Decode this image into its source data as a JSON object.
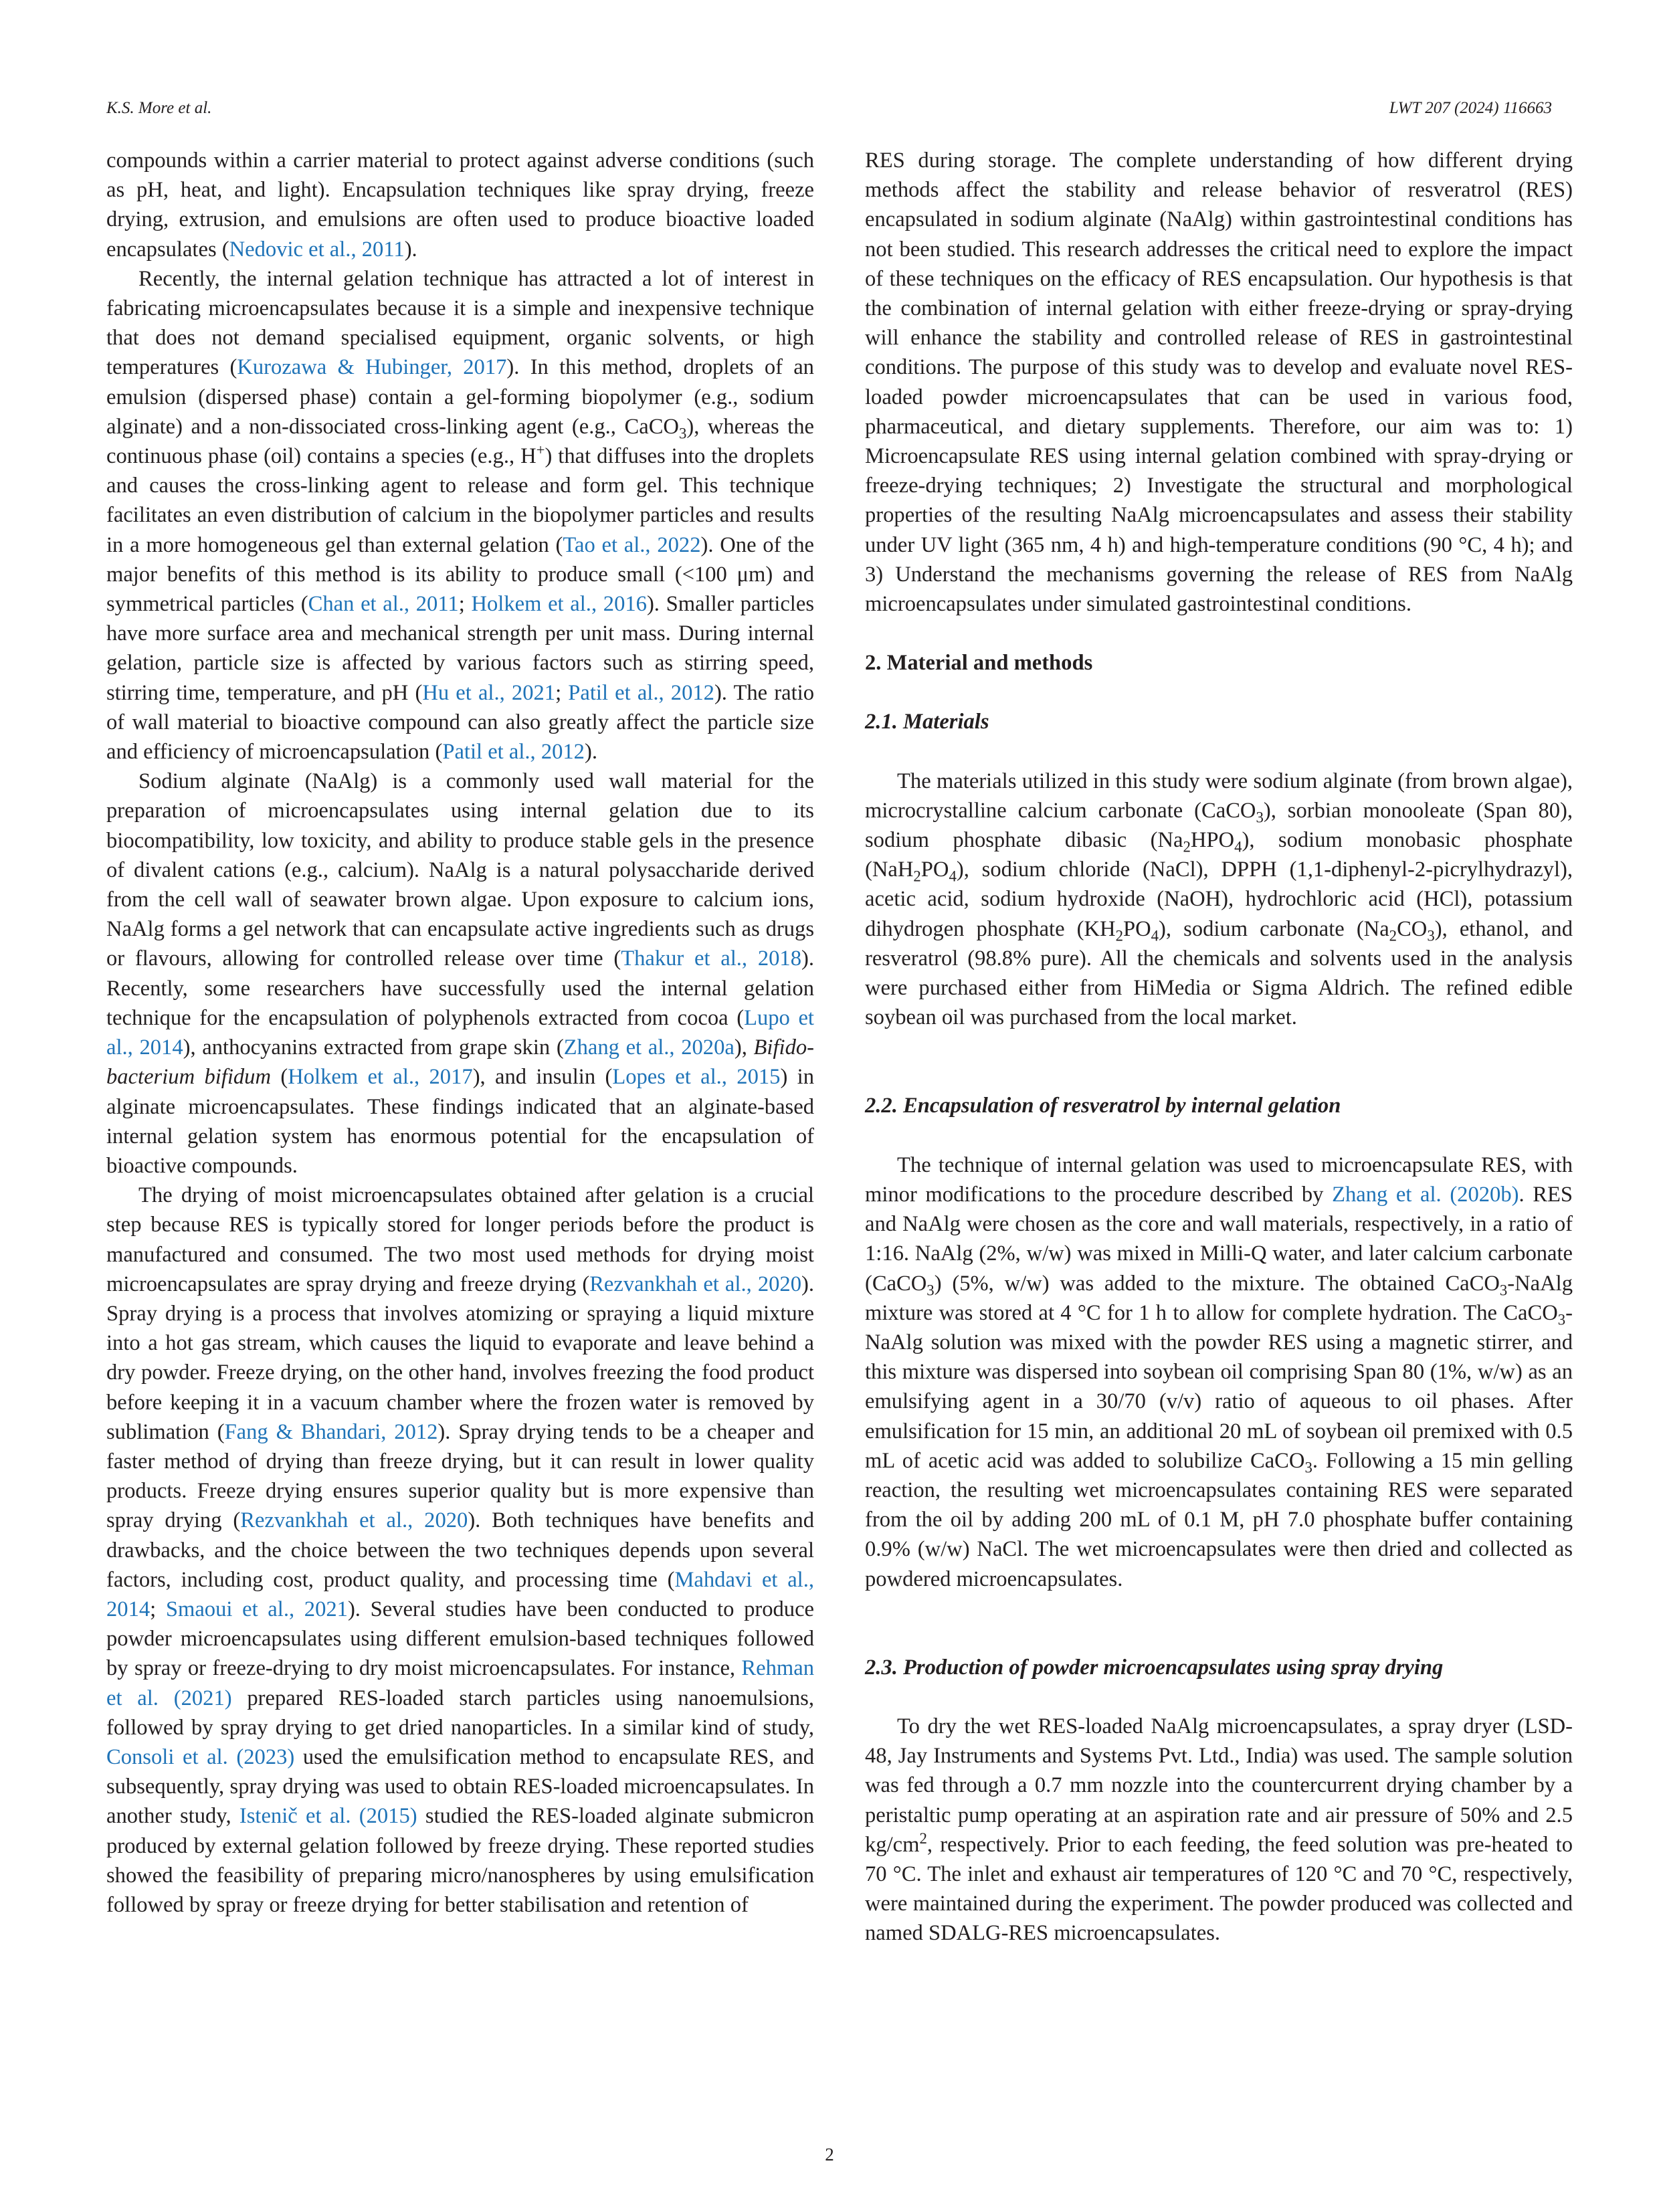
{
  "header": {
    "authors": "K.S. More et al.",
    "journal": "LWT 207 (2024) 116663"
  },
  "page_number": "2",
  "left_column": {
    "p1": {
      "t1": "compounds within a carrier material to protect against adverse condi­tions (such as pH, heat, and light). Encapsulation techniques like spray drying, freeze drying, extrusion, and emulsions are often used to pro­duce bioactive loaded encapsulates (",
      "r1": "Nedovic et al., 2011",
      "t2": ")."
    },
    "p2": {
      "t1": "Recently, the internal gelation technique has attracted a lot of in­terest in fabricating microencapsulates because it is a simple and inex­pensive technique that does not demand specialised equipment, organic solvents, or high temperatures (",
      "r1": "Kurozawa & Hubinger, 2017",
      "t2": "). In this method, droplets of an emulsion (dispersed phase) contain a gel-forming biopolymer (e.g., sodium alginate) and a non-dissociated cross-linking agent (e.g., CaCO",
      "s1": "3",
      "t3": "), whereas the continuous phase (oil) contains a species (e.g., H",
      "s2": "+",
      "t4": ") that diffuses into the droplets and causes the cross-linking agent to release and form gel. This technique facilitates an even distribution of calcium in the biopolymer particles and results in a more homogeneous gel than external gelation (",
      "r2": "Tao et al., 2022",
      "t5": "). One of the major benefits of this method is its ability to produce small (<100 μm) and symmetrical particles (",
      "r3": "Chan et al., 2011",
      "t6": "; ",
      "r4": "Holkem et al., 2016",
      "t7": "). Smaller particles have more surface area and mechanical strength per unit mass. During internal gelation, particle size is affected by various factors such as stirring speed, stirring time, temperature, and pH (",
      "r5": "Hu et al., 2021",
      "t8": "; ",
      "r6": "Patil et al., 2012",
      "t9": "). The ratio of wall material to bioactive compound can also greatly affect the particle size and efficiency of microencapsulation (",
      "r7": "Patil et al., 2012",
      "t10": ")."
    },
    "p3": {
      "t1": "Sodium alginate (NaAlg) is a commonly used wall material for the preparation of microencapsulates using internal gelation due to its biocompatibility, low toxicity, and ability to produce stable gels in the presence of divalent cations (e.g., calcium). NaAlg is a natural poly­saccharide derived from the cell wall of seawater brown algae. Upon exposure to calcium ions, NaAlg forms a gel network that can encap­sulate active ingredients such as drugs or flavours, allowing for controlled release over time (",
      "r1": "Thakur et al., 2018",
      "t2": "). Recently, some re­searchers have successfully used the internal gelation technique for the encapsulation of polyphenols extracted from cocoa (",
      "r2": "Lupo et al., 2014",
      "t3": "), anthocyanins extracted from grape skin (",
      "r3": "Zhang et al., 2020a",
      "t4": "), ",
      "i1": "Bifido­bacterium bifidum",
      "t5": " (",
      "r4": "Holkem et al., 2017",
      "t6": "), and insulin (",
      "r5": "Lopes et al., 2015",
      "t7": ") in alginate microencapsulates. These findings indicated that an alginate-based internal gelation system has enormous potential for the encapsulation of bioactive compounds."
    },
    "p4": {
      "t1": "The drying of moist microencapsulates obtained after gelation is a crucial step because RES is typically stored for longer periods before the product is manufactured and consumed. The two most used methods for drying moist microencapsulates are spray drying and freeze drying (",
      "r1": "Rezvankhah et al., 2020",
      "t2": "). Spray drying is a process that involves atomizing or spraying a liquid mixture into a hot gas stream, which causes the liquid to evaporate and leave behind a dry powder. Freeze drying, on the other hand, involves freezing the food product before keeping it in a vacuum chamber where the frozen water is removed by sublimation (",
      "r2": "Fang & Bhandari, 2012",
      "t3": "). Spray drying tends to be a cheaper and faster method of drying than freeze drying, but it can result in lower quality products. Freeze drying ensures superior quality but is more expensive than spray drying (",
      "r3": "Rezvankhah et al., 2020",
      "t4": "). Both techniques have benefits and drawbacks, and the choice between the two techniques depends upon several factors, including cost, product quality, and processing time (",
      "r4": "Mahdavi et al., 2014",
      "t5": "; ",
      "r5": "Smaoui et al., 2021",
      "t6": "). Several studies have been conducted to produce powder microencap­sulates using different emulsion-based techniques followed by spray or freeze-drying to dry moist microencapsulates. For instance, ",
      "r6": "Rehman et al. (2021)",
      "t7": " prepared RES-loaded starch particles using nanoemulsions, followed by spray drying to get dried nanoparticles. In a similar kind of study, ",
      "r7": "Consoli et al. (2023)",
      "t8": " used the emulsification method to encap­sulate RES, and subsequently, spray drying was used to obtain RES-loaded microencapsulates. In another study, ",
      "r8": "Istenič et al. (2015)",
      "t9": " studied the RES-loaded alginate submicron produced by external gela­tion followed by freeze drying. These reported studies showed the feasibility of preparing micro/nanospheres by using emulsification fol­lowed by spray or freeze drying for better stabilisation and retention of"
    }
  },
  "right_column": {
    "p1": "RES during storage. The complete understanding of how different drying methods affect the stability and release behavior of resveratrol (RES) encapsulated in sodium alginate (NaAlg) within gastrointestinal condi­tions has not been studied. This research addresses the critical need to explore the impact of these techniques on the efficacy of RES encapsu­lation. Our hypothesis is that the combination of internal gelation with either freeze-drying or spray-drying will enhance the stability and controlled release of RES in gastrointestinal conditions. The purpose of this study was to develop and evaluate novel RES-loaded powder mi­croencapsulates that can be used in various food, pharmaceutical, and dietary supplements. Therefore, our aim was to: 1) Microencapsulate RES using internal gelation combined with spray-drying or freeze-drying techniques; 2) Investigate the structural and morphological properties of the resulting NaAlg microencapsulates and assess their stability under UV light (365 nm, 4 h) and high-temperature conditions (90 °C, 4 h); and 3) Understand the mechanisms governing the release of RES from NaAlg microencapsulates under simulated gastrointestinal conditions.",
    "section2": "2.  Material and methods",
    "sub21": "2.1.  Materials",
    "p2": {
      "t1": "The materials utilized in this study were sodium alginate (from brown algae), microcrystalline calcium carbonate (CaCO",
      "s1": "3",
      "t2": "), sorbian monooleate (Span 80), sodium phosphate dibasic (Na",
      "s2": "2",
      "t3": "HPO",
      "s3": "4",
      "t4": "), sodium monobasic phosphate (NaH",
      "s4": "2",
      "t5": "PO",
      "s5": "4",
      "t6": "), sodium chloride (NaCl), DPPH (1,1-diphenyl-2-picrylhydrazyl), acetic acid, sodium hydroxide (NaOH), hy­drochloric acid (HCl), potassium dihydrogen phosphate (KH",
      "s6": "2",
      "t7": "PO",
      "s7": "4",
      "t8": "), so­dium carbonate (Na",
      "s8": "2",
      "t9": "CO",
      "s9": "3",
      "t10": "), ethanol, and resveratrol (98.8% pure). All the chemicals and solvents used in the analysis were purchased either from HiMedia or Sigma Aldrich. The refined edible soybean oil was purchased from the local market."
    },
    "sub22": "2.2.  Encapsulation of resveratrol by internal gelation",
    "p3": {
      "t1": "The technique of internal gelation was used to microencapsulate RES, with minor modifications to the procedure described by ",
      "r1": "Zhang et al. (2020b)",
      "t2": ". RES and NaAlg were chosen as the core and wall mate­rials, respectively, in a ratio of 1:16. NaAlg (2%, w/w) was mixed in Milli-Q water, and later calcium carbonate (CaCO",
      "s1": "3",
      "t3": ") (5%, w/w) was added to the mixture. The obtained CaCO",
      "s2": "3",
      "t4": "-NaAlg mixture was stored at 4 °C for 1 h to allow for complete hydration. The CaCO",
      "s3": "3",
      "t5": "-NaAlg solution was mixed with the powder RES using a magnetic stirrer, and this mixture was dispersed into soybean oil comprising Span 80 (1%, w/w) as an emulsifying agent in a 30/70 (v/v) ratio of aqueous to oil phases. After emulsification for 15 min, an additional 20 mL of soybean oil premixed with 0.5 mL of acetic acid was added to solubilize CaCO",
      "s4": "3",
      "t6": ". Following a 15 min gelling reaction, the resulting wet microencapsulates containing RES were separated from the oil by adding 200 mL of 0.1 M, pH 7.0 phosphate buffer containing 0.9% (w/w) NaCl. The wet micro­encapsulates were then dried and collected as powdered microencapsulates."
    },
    "sub23": "2.3.  Production of powder microencapsulates using spray drying",
    "p4": {
      "t1": "To dry the wet RES-loaded NaAlg microencapsulates, a spray dryer (LSD-48, Jay Instruments and Systems Pvt. Ltd., India) was used. The sample solution was fed through a 0.7 mm nozzle into the counter­current drying chamber by a peristaltic pump operating at an aspira­tion rate and air pressure of 50% and 2.5 kg/cm",
      "s1": "2",
      "t2": ", respectively. Prior to each feeding, the feed solution was pre-heated to 70 °C. The inlet and exhaust air temperatures of 120 °C and 70 °C, respectively, were maintained during the experiment. The powder produced was collected and named SDALG-RES microencapsulates."
    }
  }
}
